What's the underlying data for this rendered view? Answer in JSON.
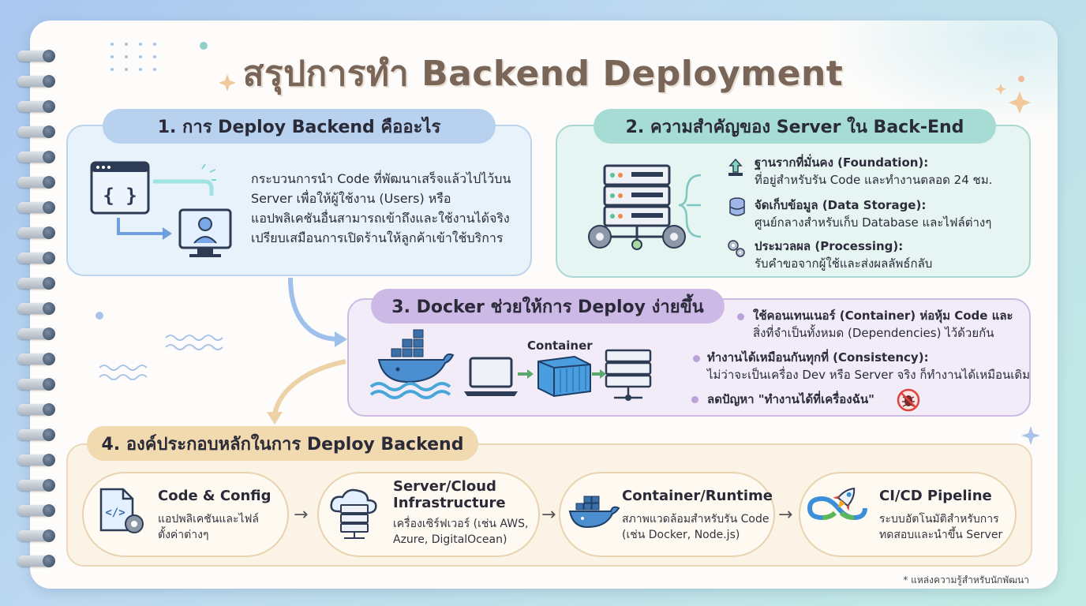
{
  "title": "สรุปการทำ Backend Deployment",
  "section1": {
    "heading": "1. การ Deploy Backend คืออะไร",
    "lines": [
      "กระบวนการนำ Code ที่พัฒนาเสร็จแล้วไปไว้บน",
      "Server เพื่อให้ผู้ใช้งาน (Users) หรือ",
      "แอปพลิเคชันอื่นสามารถเข้าถึงและใช้งานได้จริง",
      "เปรียบเสมือนการเปิดร้านให้ลูกค้าเข้าใช้บริการ"
    ],
    "code_glyph": "{ }"
  },
  "section2": {
    "heading": "2. ความสำคัญของ Server ใน Back-End",
    "items": [
      {
        "title": "ฐานรากที่มั่นคง (Foundation):",
        "desc": "ที่อยู่สำหรับรัน Code และทำงานตลอด 24 ชม.",
        "icon": "foundation-icon"
      },
      {
        "title": "จัดเก็บข้อมูล (Data Storage):",
        "desc": "ศูนย์กลางสำหรับเก็บ Database และไฟล์ต่างๆ",
        "icon": "database-icon"
      },
      {
        "title": "ประมวลผล (Processing):",
        "desc": "รับคำขอจากผู้ใช้และส่งผลลัพธ์กลับ",
        "icon": "gears-icon"
      }
    ]
  },
  "section3": {
    "heading": "3. Docker ช่วยให้การ Deploy ง่ายขึ้น",
    "container_label": "Container",
    "bullets": [
      {
        "title": "ใช้คอนเทนเนอร์ (Container) ห่อหุ้ม Code และ",
        "desc": "สิ่งที่จำเป็นทั้งหมด (Dependencies) ไว้ด้วยกัน"
      },
      {
        "title": "ทำงานได้เหมือนกันทุกที่ (Consistency):",
        "desc": "ไม่ว่าจะเป็นเครื่อง Dev หรือ Server จริง ก็ทำงานได้เหมือนเดิม"
      },
      {
        "title": "ลดปัญหา \"ทำงานได้ที่เครื่องฉัน\"",
        "desc": ""
      }
    ]
  },
  "section4": {
    "heading": "4. องค์ประกอบหลักในการ Deploy Backend",
    "cards": [
      {
        "title": [
          "Code & Config"
        ],
        "desc": [
          "แอปพลิเคชันและไฟล์",
          "ตั้งค่าต่างๆ"
        ],
        "icon": "code-file-icon"
      },
      {
        "title": [
          "Server/Cloud",
          "Infrastructure"
        ],
        "desc": [
          "เครื่องเซิร์ฟเวอร์ (เช่น AWS,",
          "Azure, DigitalOcean)"
        ],
        "icon": "cloud-server-icon"
      },
      {
        "title": [
          "Container/Runtime"
        ],
        "desc": [
          "สภาพแวดล้อมสำหรับรัน Code",
          "(เช่น Docker, Node.js)"
        ],
        "icon": "docker-whale-icon"
      },
      {
        "title": [
          "CI/CD Pipeline"
        ],
        "desc": [
          "ระบบอัตโนมัติสำหรับการ",
          "ทดสอบและนำขึ้น Server"
        ],
        "icon": "rocket-pipeline-icon"
      }
    ]
  },
  "footnote": "* แหล่งความรู้สำหรับนักพัฒนา",
  "colors": {
    "title": "#7a6659",
    "section1": "#b7d1ef",
    "section2": "#a7dcd5",
    "section3": "#cdb9e6",
    "section4": "#f1d9b0"
  }
}
